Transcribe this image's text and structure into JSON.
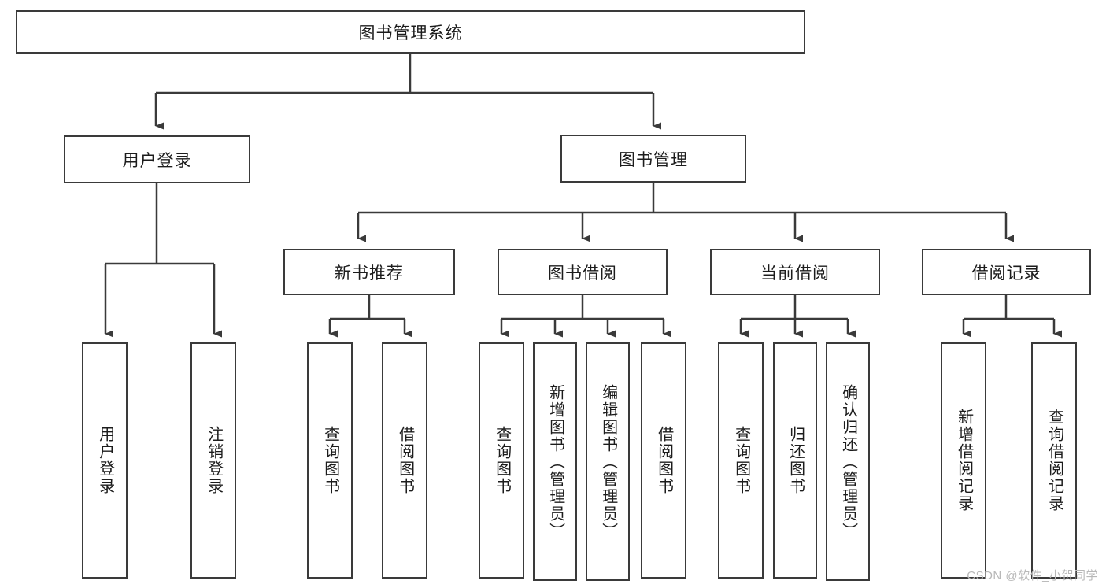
{
  "diagram": {
    "title": "图书管理系统",
    "type": "tree-hierarchy-chart",
    "root": {
      "label": "图书管理系统"
    },
    "level1": [
      {
        "label": "用户登录"
      },
      {
        "label": "图书管理"
      }
    ],
    "level2": [
      {
        "label": "新书推荐"
      },
      {
        "label": "图书借阅"
      },
      {
        "label": "当前借阅"
      },
      {
        "label": "借阅记录"
      }
    ],
    "leaves": {
      "user_login": [
        {
          "label": "用户登录"
        },
        {
          "label": "注销登录"
        }
      ],
      "new_book_recommend": [
        {
          "label": "查询图书"
        },
        {
          "label": "借阅图书"
        }
      ],
      "book_borrow": [
        {
          "label": "查询图书"
        },
        {
          "label": "新增图书（管理员）"
        },
        {
          "label": "编辑图书（管理员）"
        },
        {
          "label": "借阅图书"
        }
      ],
      "current_borrow": [
        {
          "label": "查询图书"
        },
        {
          "label": "归还图书"
        },
        {
          "label": "确认归还（管理员）"
        }
      ],
      "borrow_record": [
        {
          "label": "新增借阅记录"
        },
        {
          "label": "查询借阅记录"
        }
      ]
    }
  },
  "watermark": {
    "text": "CSDN @软件_小贺同学"
  },
  "colors": {
    "stroke": "#3a3a3a",
    "text": "#1c1c1c",
    "background": "#ffffff",
    "watermark": "#b8b8b8"
  }
}
